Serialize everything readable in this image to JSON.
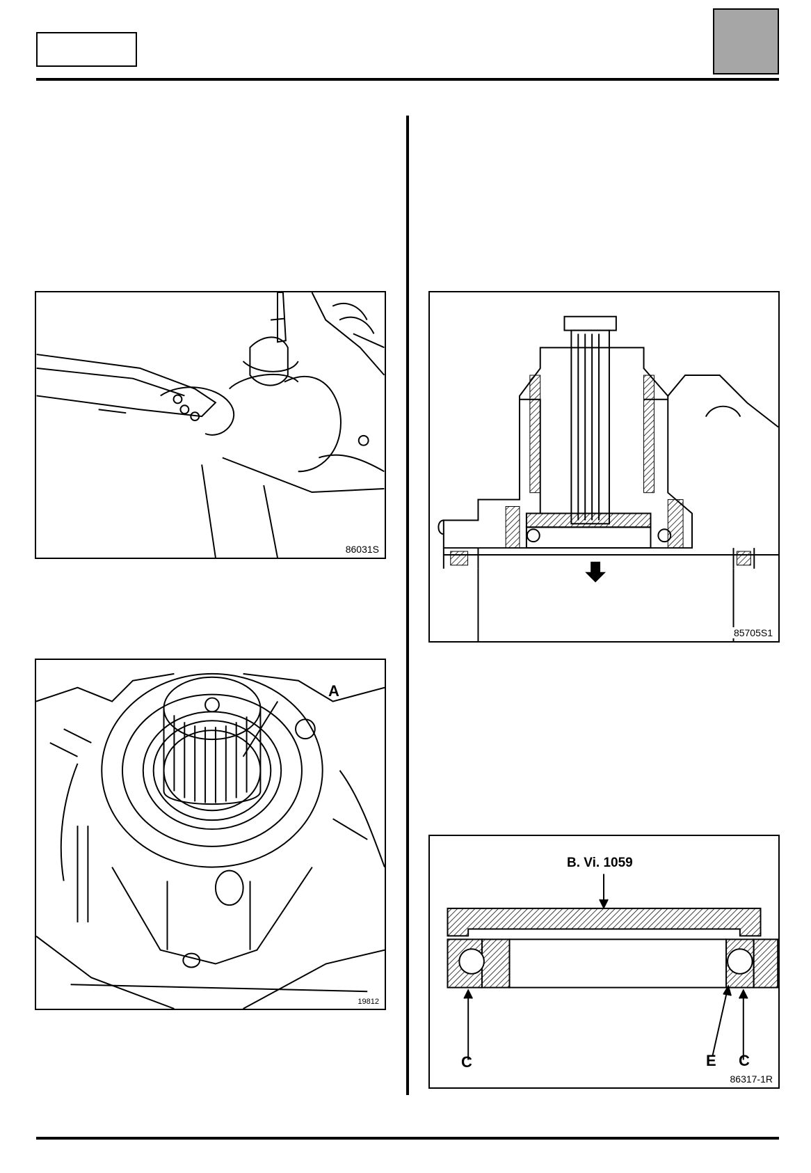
{
  "figures": [
    {
      "id": "wrench-removal",
      "ref": "86031S"
    },
    {
      "id": "shaft-seal",
      "ref": "19812",
      "callouts": [
        "A"
      ]
    },
    {
      "id": "bearing-press-out",
      "ref": "85705S1"
    },
    {
      "id": "bearing-fitting-tool",
      "ref": "86317-1R",
      "tool": "B. Vi. 1059",
      "callouts": [
        "C",
        "E",
        "C"
      ]
    }
  ],
  "colors": {
    "page_background": "#ffffff",
    "ink": "#000000",
    "header_tab_fill": "#a6a6a6"
  }
}
